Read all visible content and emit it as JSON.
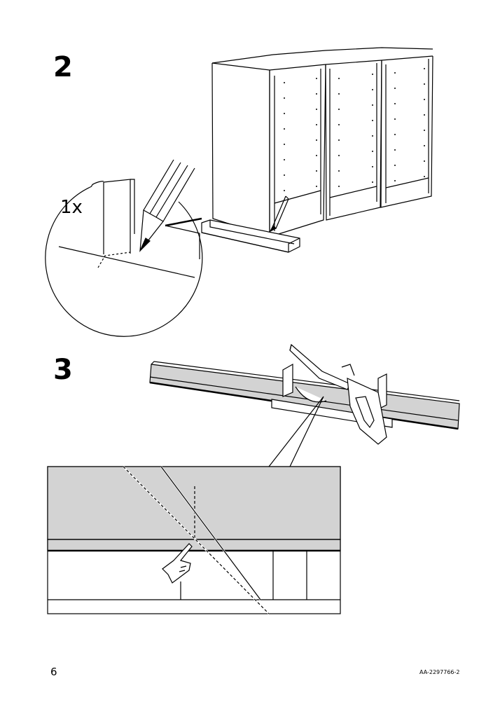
{
  "steps": [
    {
      "number": "2",
      "quantity": "1x"
    },
    {
      "number": "3"
    }
  ],
  "footer": {
    "page_number": "6",
    "document_id": "AA-2297766-2"
  },
  "icons": [
    "pencil-icon",
    "saw-icon",
    "hand-pointing-icon"
  ]
}
